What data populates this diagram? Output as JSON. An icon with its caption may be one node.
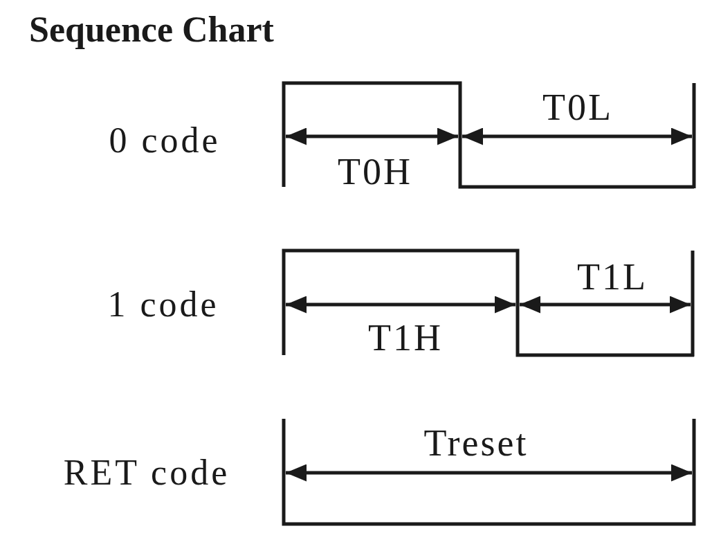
{
  "diagram": {
    "title": "Sequence Chart",
    "labels": [
      "0 code",
      "T0L",
      "T0H",
      "1 code",
      "T1L",
      "T1H",
      "RET code",
      "Treset"
    ]
  }
}
